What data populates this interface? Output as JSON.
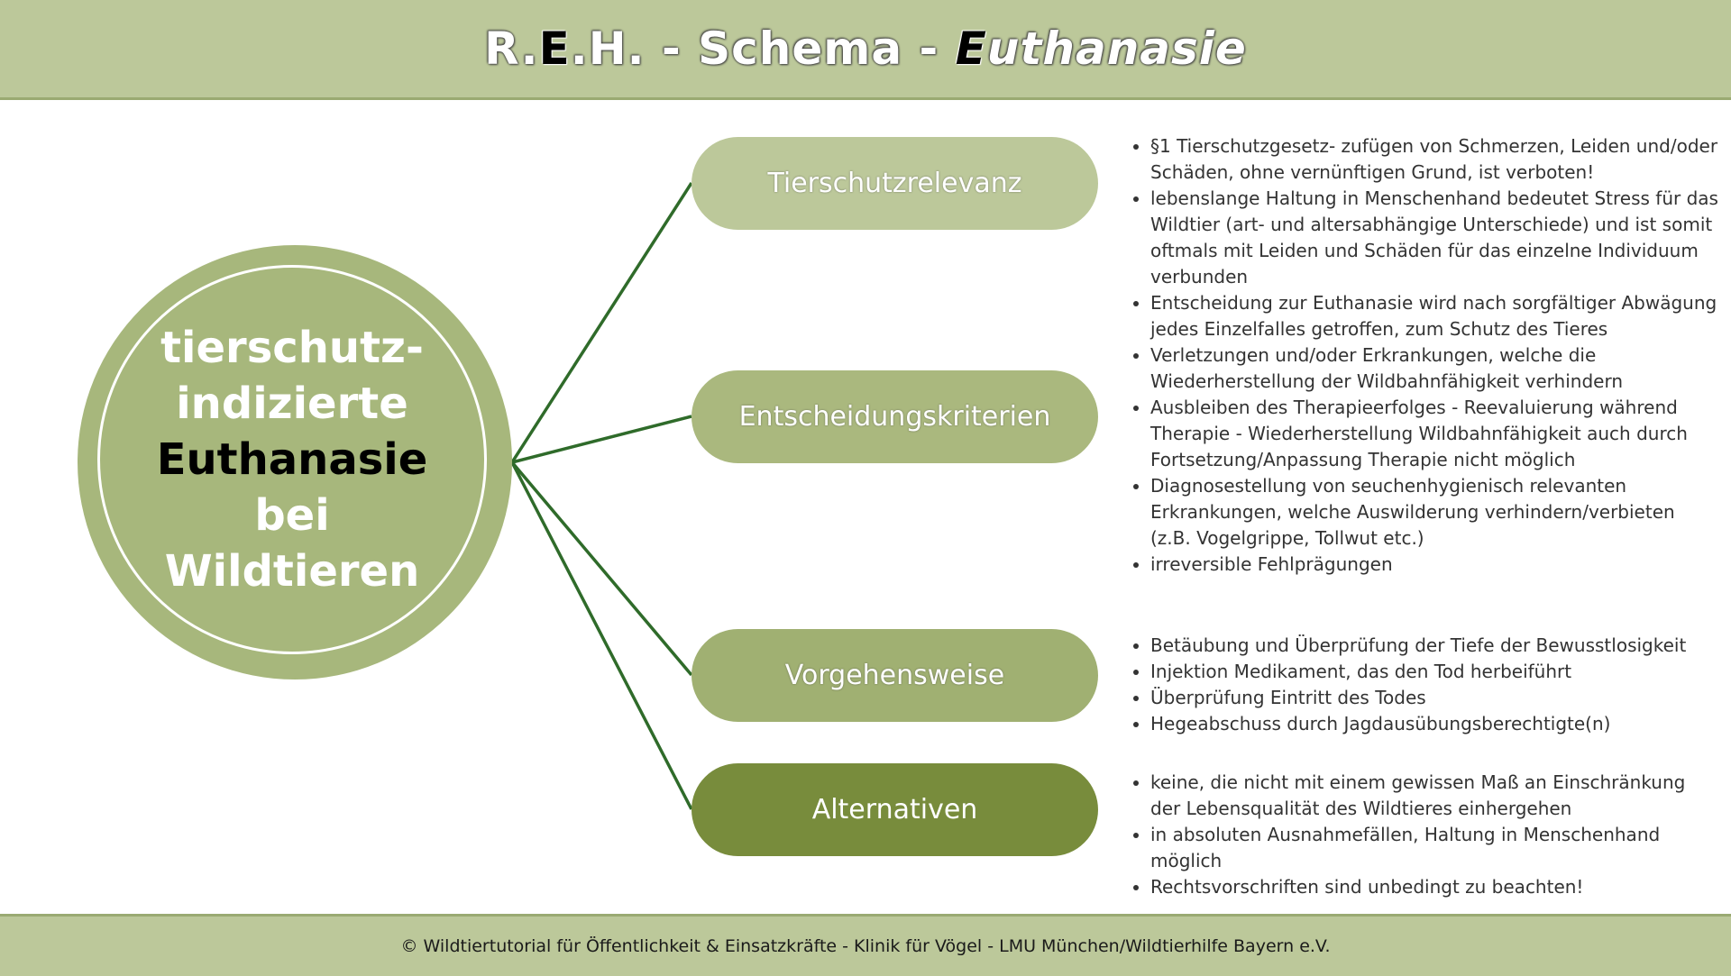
{
  "title": {
    "part_a_1": "R.",
    "part_a_2": "E",
    "part_a_3": ".H. - Schema - ",
    "part_b_1": "E",
    "part_b_2": "uthanasie"
  },
  "center": {
    "line1": "tierschutz-",
    "line2": "indizierte",
    "line3": "Euthanasie",
    "line4": "bei",
    "line5": "Wildtieren"
  },
  "branches": [
    {
      "label": "Tierschutzrelevanz",
      "items": [
        "§1 Tierschutzgesetz- zufügen von Schmerzen, Leiden und/oder Schäden, ohne vernünftigen Grund, ist verboten!",
        "lebenslange Haltung in Menschenhand bedeutet Stress für das Wildtier (art- und altersabhängige Unterschiede) und ist somit oftmals mit Leiden und Schäden für das einzelne Individuum verbunden",
        "Entscheidung zur Euthanasie wird nach sorgfältiger Abwägung jedes Einzelfalles getroffen, zum Schutz des Tieres"
      ]
    },
    {
      "label": "Entscheidungskriterien",
      "items": [
        "Verletzungen und/oder Erkrankungen, welche die Wiederherstellung der Wildbahnfähigkeit verhindern",
        "Ausbleiben des Therapieerfolges - Reevaluierung während Therapie - Wiederherstellung Wildbahnfähigkeit auch durch Fortsetzung/Anpassung Therapie nicht möglich",
        "Diagnosestellung von seuchenhygienisch relevanten Erkrankungen, welche Auswilderung verhindern/verbieten (z.B. Vogelgrippe, Tollwut etc.)",
        "irreversible Fehlprägungen"
      ]
    },
    {
      "label": "Vorgehensweise",
      "items": [
        "Betäubung und Überprüfung der Tiefe der Bewusstlosigkeit",
        "Injektion Medikament, das den Tod herbeiführt",
        "Überprüfung Eintritt des Todes",
        "Hegeabschuss durch Jagdausübungsberechtigte(n)"
      ]
    },
    {
      "label": "Alternativen",
      "items": [
        "keine, die nicht mit einem gewissen Maß an Einschränkung der Lebensqualität des Wildtieres einhergehen",
        "in absoluten Ausnahmefällen, Haltung in Menschenhand möglich",
        "Rechtsvorschriften sind unbedingt zu beachten!"
      ]
    }
  ],
  "footer": "© Wildtiertutorial für Öffentlichkeit & Einsatzkräfte - Klinik für Vögel - LMU München/Wildtierhilfe Bayern e.V.",
  "colors": {
    "band": "#bcc89a",
    "circle": "#a7b77c",
    "connector": "#2f6b2a",
    "pill_dark": "#788c3c"
  }
}
